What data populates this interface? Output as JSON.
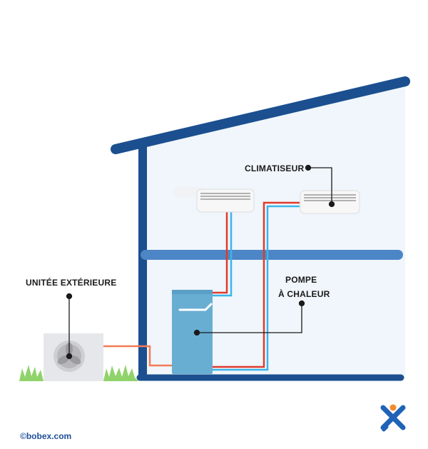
{
  "labels": {
    "climatiseur": "CLIMATISEUR",
    "unite_exterieure": "UNITÉE EXTÉRIEURE",
    "pompe_line1": "POMPE",
    "pompe_line2": "À CHALEUR"
  },
  "copyright": "©bobex.com",
  "colors": {
    "structure": "#1b4f8f",
    "floor": "#4d86c6",
    "wall_interior": "#f0f6fb",
    "hot_pipe": "#e13a2c",
    "cold_pipe": "#3ab6e8",
    "outdoor_pipe": "#f47b56",
    "heat_pump": "#68aed3",
    "outdoor_unit": "#e6e7eb",
    "grass": "#8fd36a",
    "logo_blue": "#1f63b8",
    "logo_orange": "#f28a2e"
  }
}
